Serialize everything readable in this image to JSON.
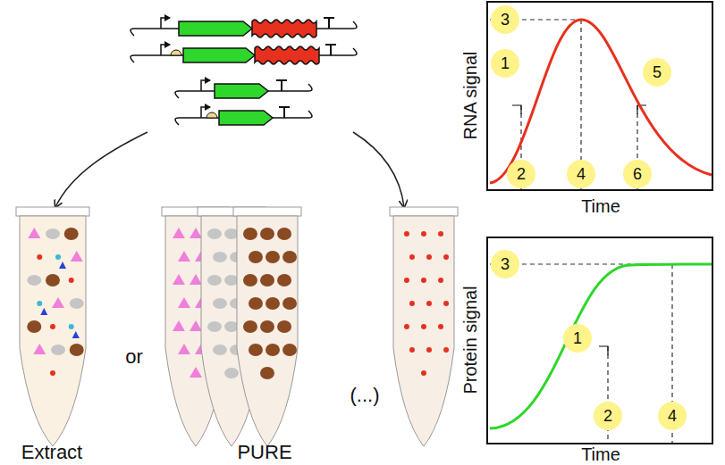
{
  "diagram": {
    "nodes": [
      {
        "text": [
          "3"
        ]
      },
      {
        "text": [
          "1"
        ]
      },
      {
        "text": [
          "5"
        ]
      },
      {
        "text": [
          "2"
        ]
      },
      {
        "text": [
          "4"
        ]
      },
      {
        "text": [
          "6"
        ]
      },
      {
        "text": [
          "3"
        ]
      },
      {
        "text": [
          "1"
        ]
      },
      {
        "text": [
          "2"
        ]
      },
      {
        "text": [
          "4"
        ]
      }
    ],
    "labels": [
      "RNA signal",
      "Time",
      "Protein signal",
      "Time",
      "Extract",
      "or",
      "PURE",
      "(...)"
    ]
  }
}
